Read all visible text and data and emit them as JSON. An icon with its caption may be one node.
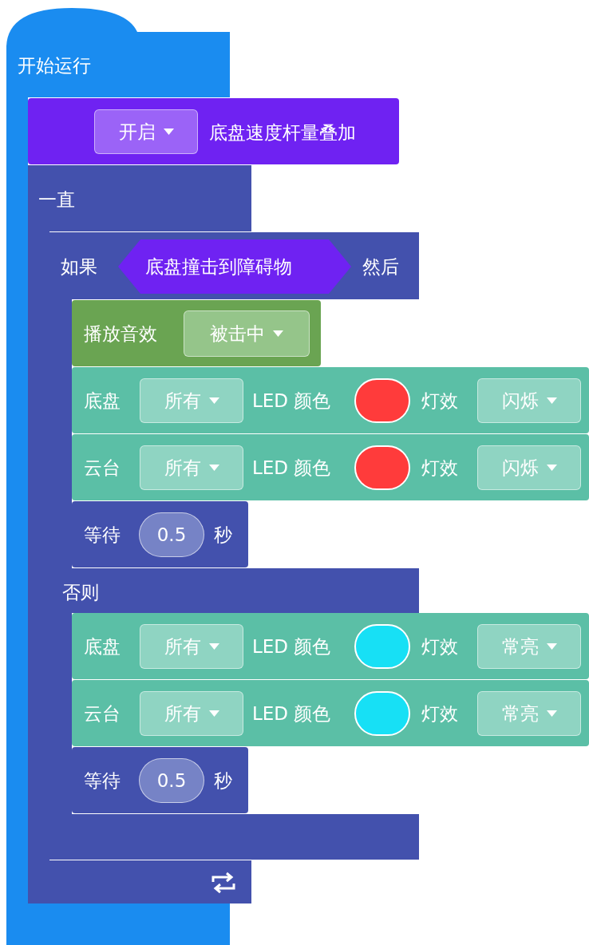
{
  "diagram": {
    "nodes": [
      {
        "text": [
          "开始运行"
        ]
      },
      {
        "text": [
          "底盘速度杆量叠加"
        ]
      },
      {
        "text": [
          "开启"
        ],
        "in": 1
      },
      {
        "text": [
          "一直"
        ]
      },
      {
        "text": [
          "如果",
          "然后",
          "否则"
        ]
      },
      {
        "text": [
          "底盘撞击到障碍物"
        ],
        "in": 4
      },
      {
        "text": [
          "播放音效"
        ],
        "in": 4
      },
      {
        "text": [
          "被击中"
        ],
        "in": 6
      },
      {
        "text": [
          "底盘",
          "LED 颜色",
          "灯效"
        ]
      },
      {
        "text": [
          "所有"
        ],
        "in": 8
      },
      {
        "text": [],
        "shape": "circle",
        "in": 8
      },
      {
        "text": [
          "闪烁"
        ],
        "in": 8
      },
      {
        "text": [
          "云台",
          "LED 颜色",
          "灯效"
        ]
      },
      {
        "text": [
          "所有"
        ],
        "in": 12
      },
      {
        "text": [],
        "shape": "circle",
        "in": 12
      },
      {
        "text": [
          "闪烁"
        ],
        "in": 12
      },
      {
        "text": [
          "等待",
          "秒"
        ],
        "in": 4
      },
      {
        "text": [
          "0.5"
        ],
        "in": 16
      },
      {
        "text": [
          "底盘",
          "LED 颜色",
          "灯效"
        ]
      },
      {
        "text": [
          "所有"
        ],
        "in": 18
      },
      {
        "text": [],
        "shape": "circle",
        "in": 18
      },
      {
        "text": [
          "常亮"
        ],
        "in": 18
      },
      {
        "text": [
          "云台",
          "LED 颜色",
          "灯效"
        ]
      },
      {
        "text": [
          "所有"
        ],
        "in": 22
      },
      {
        "text": [],
        "shape": "circle",
        "in": 22
      },
      {
        "text": [
          "常亮"
        ],
        "in": 22
      },
      {
        "text": [
          "等待",
          "秒"
        ],
        "in": 4
      },
      {
        "text": [
          "0.5"
        ],
        "in": 26
      }
    ],
    "edges": []
  }
}
